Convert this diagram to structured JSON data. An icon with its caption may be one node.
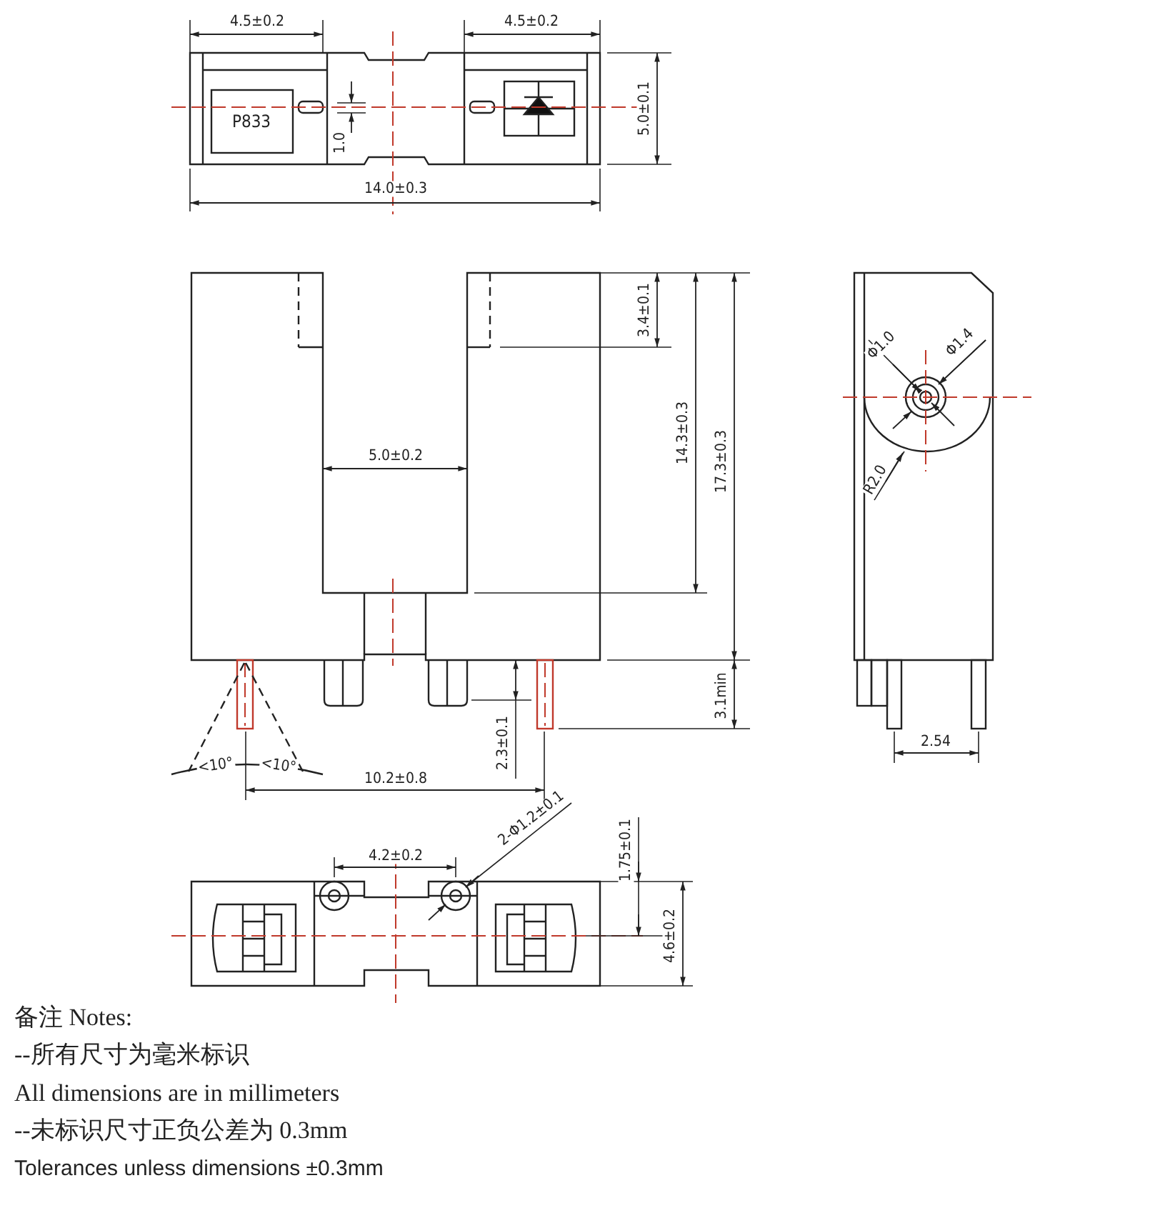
{
  "diagram": {
    "labels": [
      "4.5±0.2",
      "4.5±0.2",
      "P833",
      "1.0",
      "5.0±0.1",
      "14.0±0.3",
      "3.4±0.1",
      "5.0±0.2",
      "14.3±0.3",
      "17.3±0.3",
      "Φ1.0",
      "Φ1.4",
      "R2.0",
      "3.1min",
      "<10°",
      "<10°",
      "2.3±0.1",
      "10.2±0.8",
      "2.54",
      "2-Φ1.2±0.1",
      "4.2±0.2",
      "1.75±0.1",
      "4.6±0.2",
      "备注 Notes:",
      "--所有尺寸为毫米标识",
      "All dimensions are in millimeters",
      "--未标识尺寸正负公差为 0.3mm",
      "Tolerances unless dimensions ±0.3mm"
    ]
  }
}
